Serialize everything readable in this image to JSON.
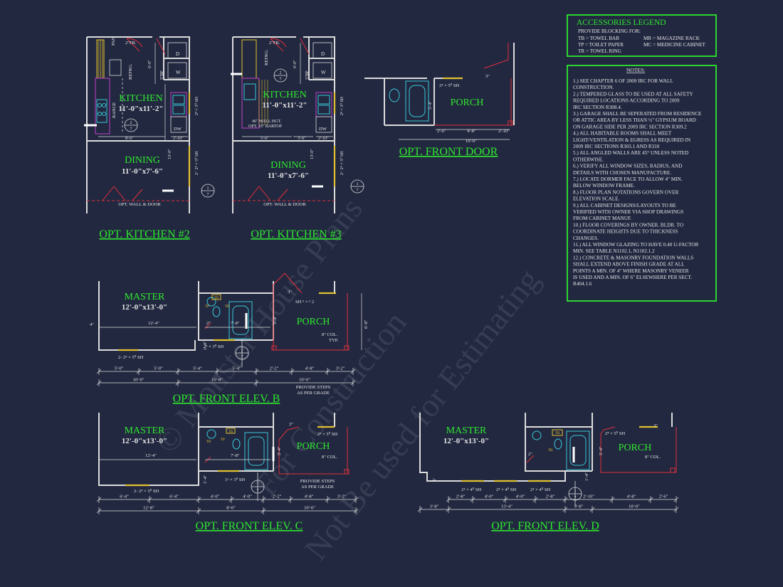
{
  "colors": {
    "background": "#222840",
    "accent": "#2ee82e",
    "wall": "#dcdcdc",
    "door_swing": "#e0303a",
    "fixture": "#38c8d8",
    "cabinet": "#c040c8",
    "window": "#e0c030"
  },
  "watermark": [
    "© Monster House Plans",
    "For Construction",
    "Not Be used for Estimating"
  ],
  "legend": {
    "title": "ACCESSORIES LEGEND",
    "subtitle": "PROVIDE BLOCKING FOR:",
    "left": [
      "TB = TOWEL BAR",
      "TP = TOILET PAPER",
      "TR = TOWEL RING"
    ],
    "right": [
      "MR = MAGAZINE RACK",
      "MC = MEDICINE CABINET"
    ]
  },
  "notes": {
    "title": "NOTES:",
    "lines": [
      "1.) SEE CHAPTER 6 OF 2009 IRC FOR WALL",
      "    CONSTRUCTION.",
      "2.) TEMPERED GLASS TO BE USED AT ALL SAFETY",
      "    REQUIRED LOCATIONS ACCORDING TO 2009",
      "    IRC SECTION R308.4.",
      "3.) GARAGE SHALL BE SEPERATED FROM RESIDENCE",
      "    OR ATTIC AREA BY LESS THAN ½\" GYPSUM BOARD",
      "    ON GARAGE SIDE PER 2009 IRC SECTION R309.2",
      "4.) ALL HABITABLE ROOMS SHALL MEET",
      "    LIGHT/VENTILATION & EGRESS AS REQUIRED IN",
      "    2009 IRC SECTIONS R303.1 AND R310",
      "5.) ALL ANGLED WALLS ARE 45° UNLESS NOTED",
      "    OTHERWISE.",
      "6.) VERIFY ALL WINDOW SIZES, RADIUS, AND",
      "    DETAILS WITH CHOSEN MANUFACTURE.",
      "7.) LOCATE DORMER FACE TO ALLOW 4\" MIN.",
      "    BELOW WINDOW FRAME.",
      "8.) FLOOR PLAN NOTATIONS GOVERN OVER",
      "    ELEVATION SCALE.",
      "9.) ALL CABINET DESIGNS/LAYOUTS TO BE",
      "    VERIFIED WITH OWNER VIA SHOP DRAWINGS",
      "    FROM CABINET MANUF.",
      "10.) FLOOR COVERINGS BY OWNER. BLDR. TO",
      "     COORDINATE HEIGHTS DUE TO THICKNESS",
      "     CHANGES.",
      "11.) ALL WINDOW GLAZING TO HAVE 0.40 U-FACTOR",
      "     MIN.  SEE TABLE N1102.1, N1102.1.2",
      "12.) CONCRETE & MASONRY FOUNDATION WALLS",
      "     SHALL EXTEND ABOVE FINISH GRADE AT ALL",
      "     POINTS A MIN. OF 4\" WHERE MASONRY VENEER",
      "     IS USED AND A MIN. OF 6\" ELSEWHERE PER SECT.",
      "     R404.1.6"
    ]
  },
  "kitchen2": {
    "title": "OPT. KITCHEN #2",
    "room1": "KITCHEN",
    "size1": "11'-0\"x11'-2\"",
    "room2": "DINING",
    "size2": "11'-0\"x7'-6\"",
    "pan": "PAN",
    "fr": "2\"FR.",
    "refrg": "REFRG.",
    "range": "RANGE",
    "dryer": "D",
    "washer": "W",
    "bf": "5\"BF",
    "dw": "DW",
    "sh1": "2⁴ × 3⁰ SH",
    "sh2": "2⁻ 2⁴ × 5⁰ SH",
    "dim1": "6'-0\"",
    "dim2": "8'-6\"",
    "dim3": "2'-10\"",
    "dim4": "13'-0\"",
    "tag_num": "2",
    "tag_den": "7",
    "tag2_num": "1",
    "tag2_den": "7",
    "wall_note": "OPT. WALL & DOOR"
  },
  "kitchen3": {
    "title": "OPT. KITCHEN #3",
    "room1": "KITCHEN",
    "size1": "11'-0\"x11'-2\"",
    "room2": "DINING",
    "size2": "11'-0\"x7'-6\"",
    "fr": "2\"FR.",
    "refrg": "REFRG.",
    "dryer": "D",
    "washer": "W",
    "bf": "5\"BF",
    "dw": "DW",
    "bartop1": "46\" WALL HGT.",
    "bartop2": "OPT. 16\" BARTOP",
    "sh1": "2⁴ × 3⁰ SH",
    "sh2": "2⁻ 2⁴ × 5⁰ SH",
    "dim1": "6'-0\"",
    "dim2": "5'-6\"",
    "dim3": "3'-0\"",
    "dim4": "2'-10\"",
    "dim5": "13'-0\"",
    "tag_num": "2",
    "tag_den": "7",
    "tag2_num": "1",
    "tag2_den": "7",
    "wall_note": "OPT. WALL & DOOR"
  },
  "frontdoor": {
    "title": "OPT. FRONT DOOR",
    "porch": "PORCH",
    "sh": "2⁴ × 5⁰ SH",
    "angle": "3\"",
    "dim1": "2'-6\"",
    "dim2": "4'-8\"",
    "dim3": "2'-10\"",
    "dim4": "10'-0\"",
    "dim5": "5'-4\""
  },
  "elevB": {
    "title": "OPT. FRONT ELEV. B",
    "room": "MASTER",
    "size": "12'-0\"x13'-0\"",
    "porch": "PORCH",
    "col1": "8\" COL.",
    "col2": "TYP.",
    "sh_porch": "SH ⁵ × ⁵ 2",
    "sh_bath": "2⁴ × 3⁰ SH",
    "sh_master": "2- 2⁴ × 5⁰ SH",
    "tb": "TB",
    "tp": "TP",
    "tr": "TR",
    "d_12_4": "12'-4\"",
    "d_7_8": "7'-8\"",
    "d_4": "4\"",
    "d_1_4": "1'-4\"",
    "d_2": "2\"",
    "d_3": "3\"",
    "d_5_4v": "5'-4\"",
    "d_6_8": "6'-8\"",
    "row1": [
      "5'-0\"",
      "5'-0\"",
      "5'-4\"",
      "5'-4\"",
      "2'-2\"",
      "4'-8\"",
      "3'-2\""
    ],
    "row2": [
      "10'-0\"",
      "10'-8\"",
      "10'-0\""
    ],
    "steps1": "PROVIDE STEPS",
    "steps2": "AS PER GRADE",
    "tag_num": "1",
    "tag_den": "7"
  },
  "elevC": {
    "title": "OPT. FRONT ELEV. C",
    "room": "MASTER",
    "size": "12'-0\"x13'-0\"",
    "porch": "PORCH",
    "col": "8\" COL.",
    "sh_porch": "2⁴ × 5⁰ SH",
    "sh_bath": "1⁶ × 3⁰ SH",
    "sh_master": "2- 2⁴ × 5⁰ SH",
    "tb": "TB",
    "tp": "TP",
    "tr": "TR",
    "d_12_4": "12'-4\"",
    "d_7_8": "7'-8\"",
    "d_3": "3\"",
    "d_1_4": "1'-4\"",
    "d_5_4v": "5'-4\"",
    "row1": [
      "6'-4\"",
      "6'-4\"",
      "4'-0\"",
      "4'-0\"",
      "2'-2\"",
      "4'-8\"",
      "3'-2\""
    ],
    "row2": [
      "12'-8\"",
      "8'-0\"",
      "10'-0\""
    ],
    "steps1": "PROVIDE STEPS",
    "steps2": "AS PER GRADE",
    "tag_num": "1",
    "tag_den": "7"
  },
  "elevD": {
    "title": "OPT. FRONT ELEV. D",
    "room": "MASTER",
    "size": "12'-0\"x13'-0\"",
    "porch": "PORCH",
    "col": "8\" COL.",
    "sh_porch": "2⁴ × 5⁰ SH",
    "sh_m": "2⁴ × 4⁰ SH",
    "tb": "TB",
    "tr": "TR",
    "d_3": "3\"",
    "d_2": "2\"",
    "d_5_4v": "5'-4\"",
    "d_1_4": "1'-4\"",
    "d_1": "1'",
    "row1": [
      "2'-8\"",
      "4'-0\"",
      "4'-0\"",
      "2'-8\"",
      "2'-10\"",
      "4'-8\"",
      "2'-6\""
    ],
    "row2": [
      "3'-8\"",
      "13'-4\"",
      "3'-8\"",
      "10'-0\""
    ],
    "tag_num": "1",
    "tag_den": "7"
  }
}
